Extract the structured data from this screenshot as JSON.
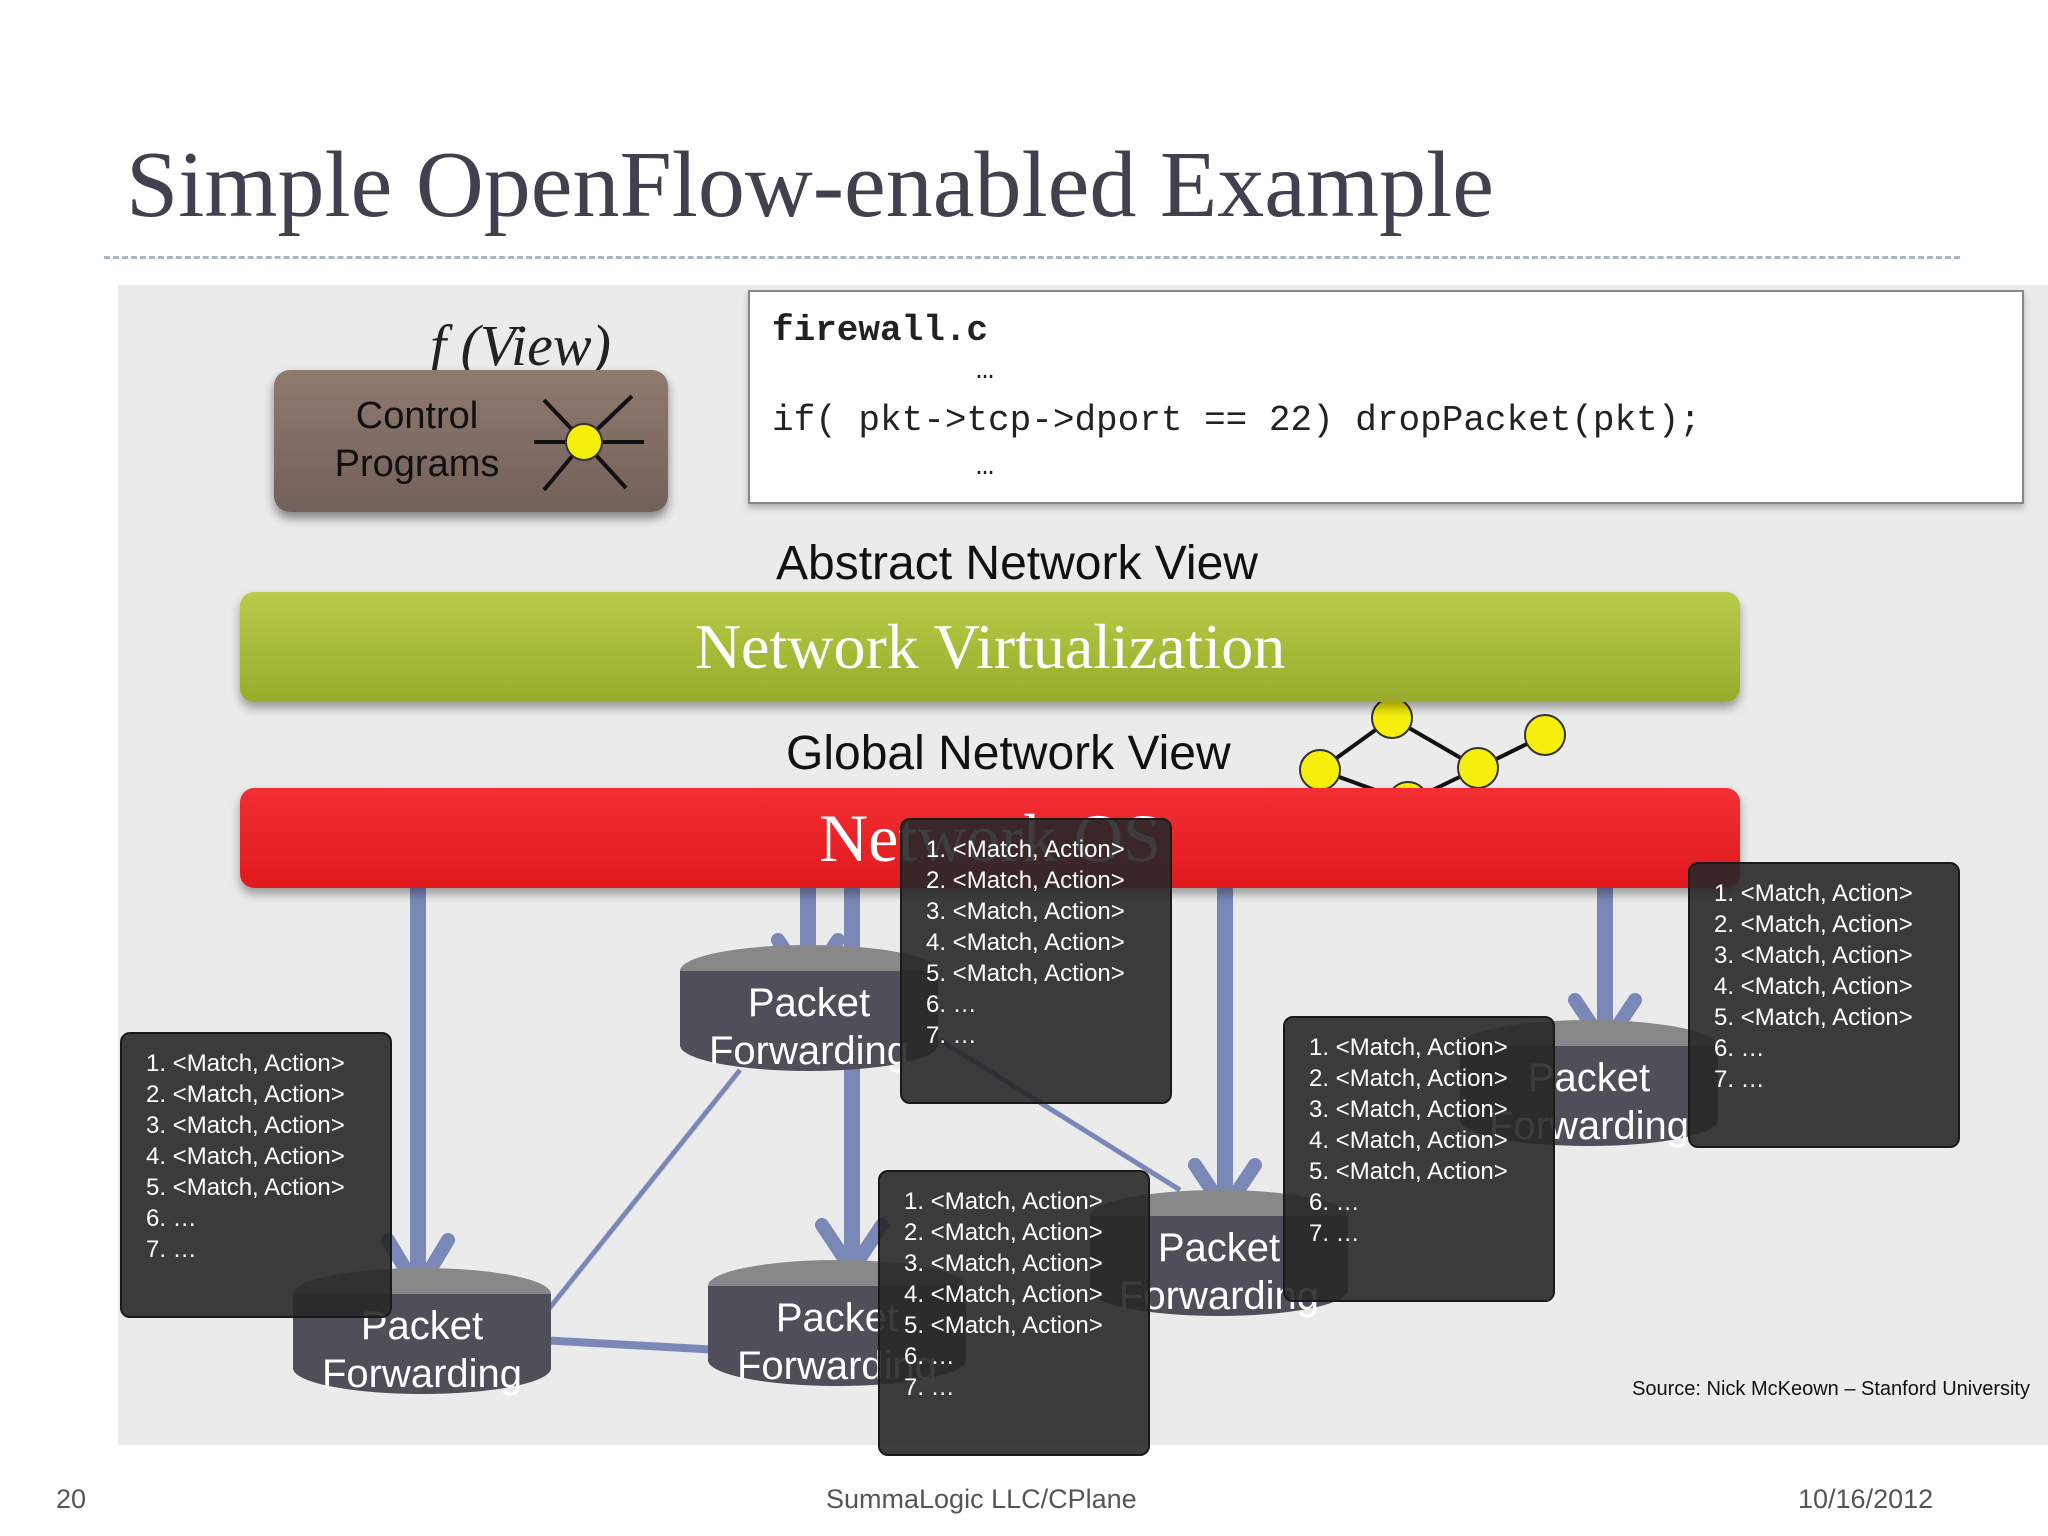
{
  "slide": {
    "title": "Simple OpenFlow-enabled Example",
    "page_number": "20",
    "footer_center": "SummaLogic LLC/CPlane",
    "footer_date": "10/16/2012",
    "source": "Source: Nick McKeown – Stanford University"
  },
  "diagram": {
    "function_label": "f (View)",
    "control_programs": [
      "Control",
      "Programs"
    ],
    "code": {
      "filename": "firewall.c",
      "ellipsis": "…",
      "line": "if( pkt->tcp->dport == 22) dropPacket(pkt);"
    },
    "abstract_view_label": "Abstract Network View",
    "virtualization_label": "Network Virtualization",
    "global_view_label": "Global Network View",
    "network_os_label": "Network OS",
    "packet_forwarding": [
      "Packet",
      "Forwarding"
    ],
    "flow_table_entries": [
      "1. <Match, Action>",
      "2. <Match, Action>",
      "3. <Match, Action>",
      "4. <Match, Action>",
      "5. <Match, Action>",
      "6. …",
      "7. …"
    ]
  },
  "colors": {
    "virtualization_bar": "#a5ba36",
    "network_os_bar": "#e8262a",
    "control_box": "#7d6a62",
    "switch_body": "#4f4f5a",
    "arrow": "#7a88b8",
    "graph_node": "#f5ef0a"
  }
}
